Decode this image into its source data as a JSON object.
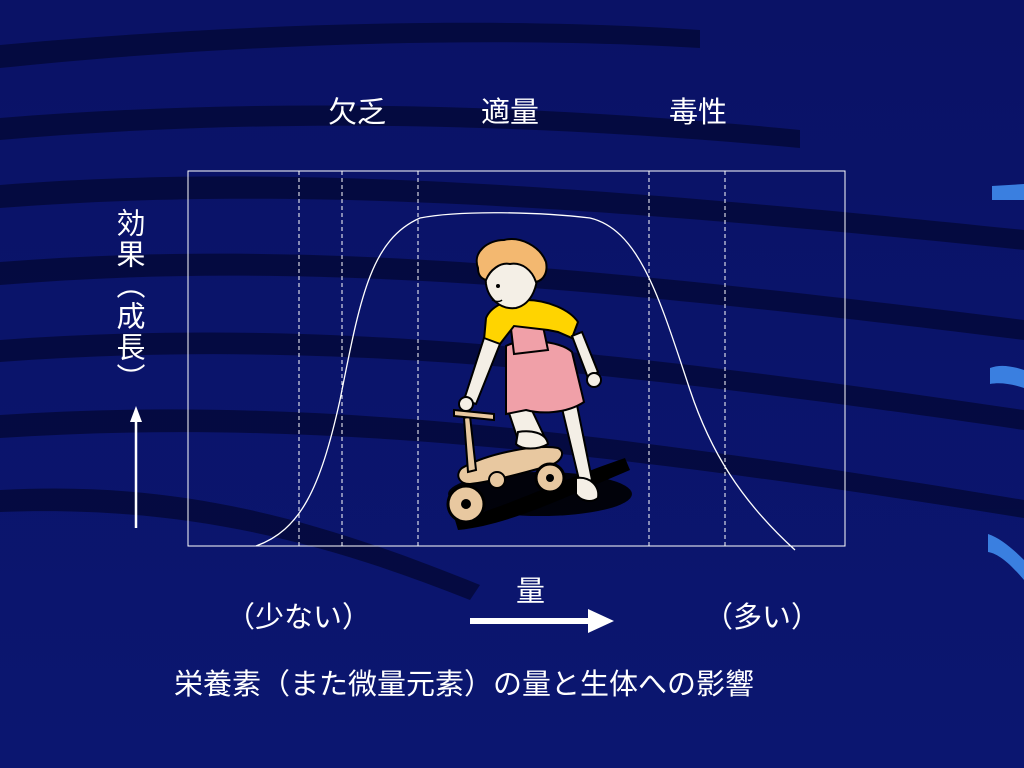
{
  "zones": {
    "deficiency": "欠乏",
    "optimal": "適量",
    "toxicity": "毒性"
  },
  "y_axis_label": "効果（成長）",
  "x_axis": {
    "label": "量",
    "low": "（少ない）",
    "high": "（多い）"
  },
  "caption": "栄養素（また微量元素）の量と生体への影響",
  "colors": {
    "background": "#0a1266",
    "line": "#ffffff",
    "accent": "#3a7fe0"
  }
}
